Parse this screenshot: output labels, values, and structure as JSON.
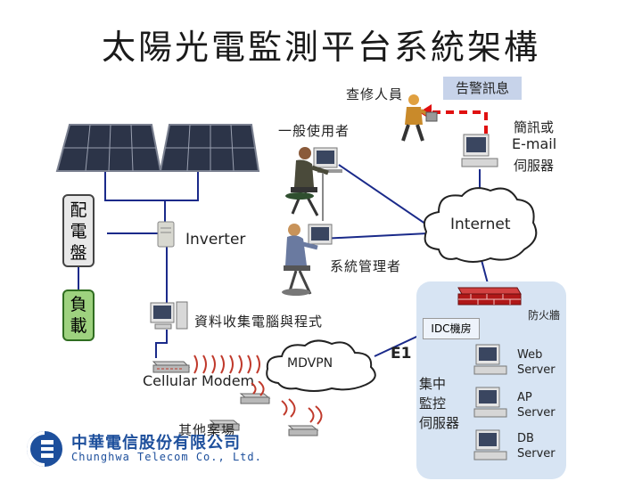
{
  "title": "太陽光電監測平台系統架構",
  "labels": {
    "maintainer": "查修人員",
    "alert_message": "告警訊息",
    "sms_email_1": "簡訊或",
    "sms_email_2": "E-mail",
    "sms_email_3": "伺服器",
    "general_user": "一般使用者",
    "distribution_panel": "配電盤",
    "load": "負載",
    "inverter": "Inverter",
    "internet": "Internet",
    "system_admin": "系統管理者",
    "firewall": "防火牆",
    "data_pc": "資料收集電腦與程式",
    "idc": "IDC機房",
    "e1": "E1",
    "mdvpn": "MDVPN",
    "central_server_1": "集中",
    "central_server_2": "監控",
    "central_server_3": "伺服器",
    "web_server": "Web Server",
    "ap_server": "AP Server",
    "db_server": "DB Server",
    "cellular_modem": "Cellular Modem",
    "other_sites": "其他案場",
    "company_cn": "中華電信股份有限公司",
    "company_en": "Chunghwa Telecom Co., Ltd."
  },
  "colors": {
    "alert_arrow": "#e01010",
    "idc_bg": "#d7e4f3",
    "firewall": "#b01818",
    "company_blue": "#1d4f9c"
  },
  "icons": [
    "solar-panel-icon",
    "computer-icon",
    "cloud-icon",
    "firewall-icon",
    "modem-icon",
    "person-icon",
    "inverter-icon",
    "signal-wave-icon",
    "chunghwa-logo-icon"
  ]
}
